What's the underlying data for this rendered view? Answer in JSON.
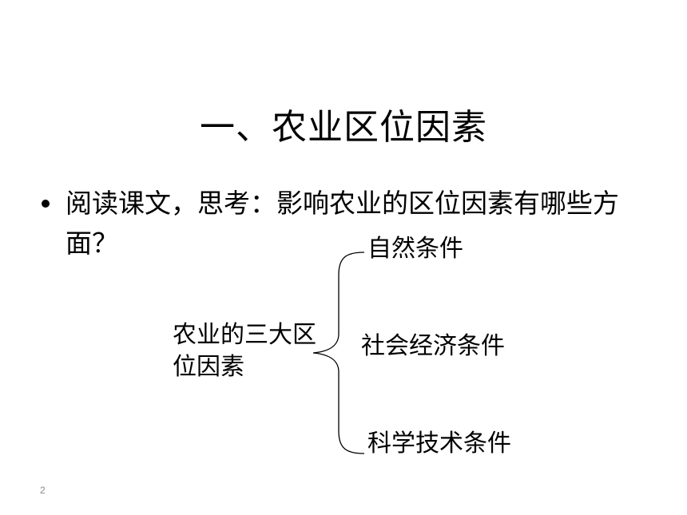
{
  "slide": {
    "title": "一、农业区位因素",
    "bullet": "阅读课文，思考：影响农业的区位因素有哪些方面？",
    "diagram": {
      "root": "农业的三大区位因素",
      "branches": [
        "自然条件",
        "社会经济条件",
        "科学技术条件"
      ]
    },
    "page_number": "2"
  }
}
